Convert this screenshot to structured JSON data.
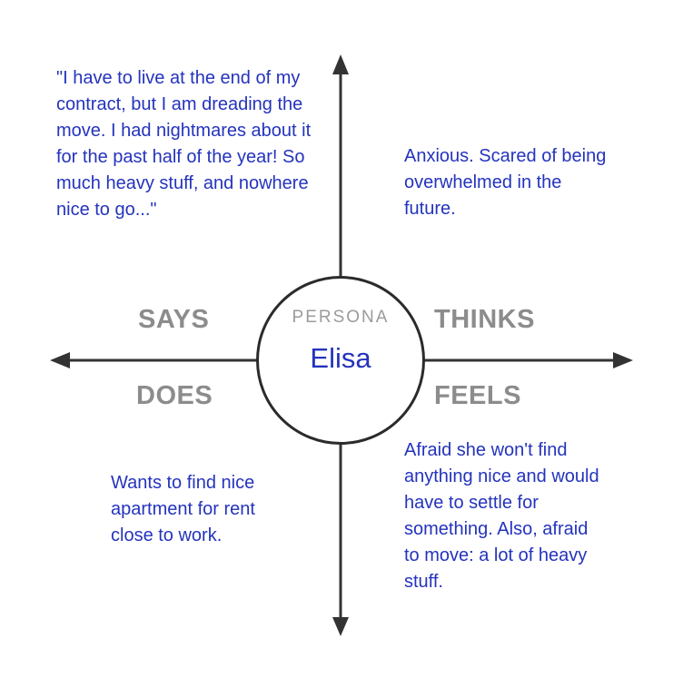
{
  "persona": {
    "label": "PERSONA",
    "name": "Elisa"
  },
  "quadrants": {
    "says": {
      "label": "SAYS",
      "text": "\"I have to live at the end of my contract, but I am dreading the move. I had nightmares about it for the past half of the year! So much heavy stuff, and nowhere nice to go...\""
    },
    "thinks": {
      "label": "THINKS",
      "text": "Anxious. Scared of being overwhelmed in the future."
    },
    "does": {
      "label": "DOES",
      "text": "Wants to find nice apartment for rent close to work."
    },
    "feels": {
      "label": "FEELS",
      "text": "Afraid she won't find anything nice and would have to settle for something. Also, afraid to move: a lot of heavy stuff."
    }
  },
  "colors": {
    "quote_blue": "#2433bd",
    "label_gray": "#8c8c8c",
    "axis_dark": "#333333"
  }
}
